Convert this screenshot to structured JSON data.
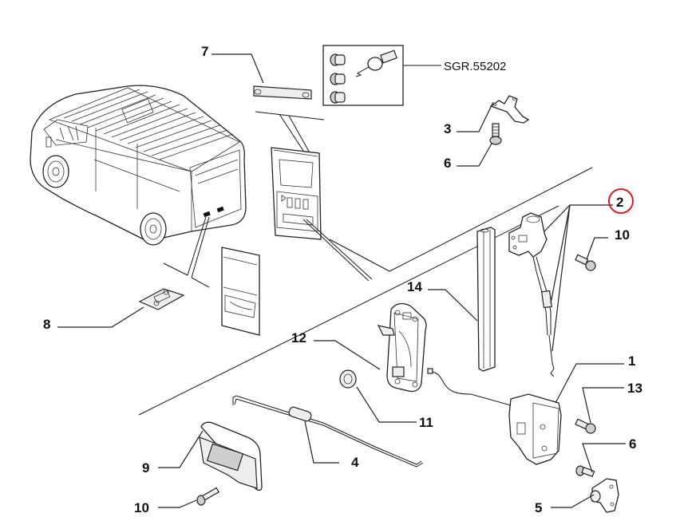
{
  "diagram": {
    "title": "Rear door lock parts diagram",
    "highlight_color": "#d0202a",
    "kit_reference": "SGR.55202",
    "callouts": [
      {
        "id": "c7",
        "label": "7",
        "part": "rear-door-striker-plate"
      },
      {
        "id": "c3",
        "label": "3",
        "part": "bracket"
      },
      {
        "id": "c6a",
        "label": "6",
        "part": "bolt"
      },
      {
        "id": "c2",
        "label": "2",
        "part": "upper-lock-with-cable",
        "highlighted": true
      },
      {
        "id": "c10a",
        "label": "10",
        "part": "flange-bolt"
      },
      {
        "id": "c14",
        "label": "14",
        "part": "seal-strip"
      },
      {
        "id": "c8",
        "label": "8",
        "part": "floor-plate"
      },
      {
        "id": "c12",
        "label": "12",
        "part": "inner-handle"
      },
      {
        "id": "c1",
        "label": "1",
        "part": "lock-mechanism"
      },
      {
        "id": "c13",
        "label": "13",
        "part": "flange-bolt"
      },
      {
        "id": "c11",
        "label": "11",
        "part": "bush"
      },
      {
        "id": "c9",
        "label": "9",
        "part": "outer-handle"
      },
      {
        "id": "c4",
        "label": "4",
        "part": "control-rod"
      },
      {
        "id": "c6b",
        "label": "6",
        "part": "bolt"
      },
      {
        "id": "c10b",
        "label": "10",
        "part": "screw"
      },
      {
        "id": "c5",
        "label": "5",
        "part": "striker"
      }
    ]
  }
}
